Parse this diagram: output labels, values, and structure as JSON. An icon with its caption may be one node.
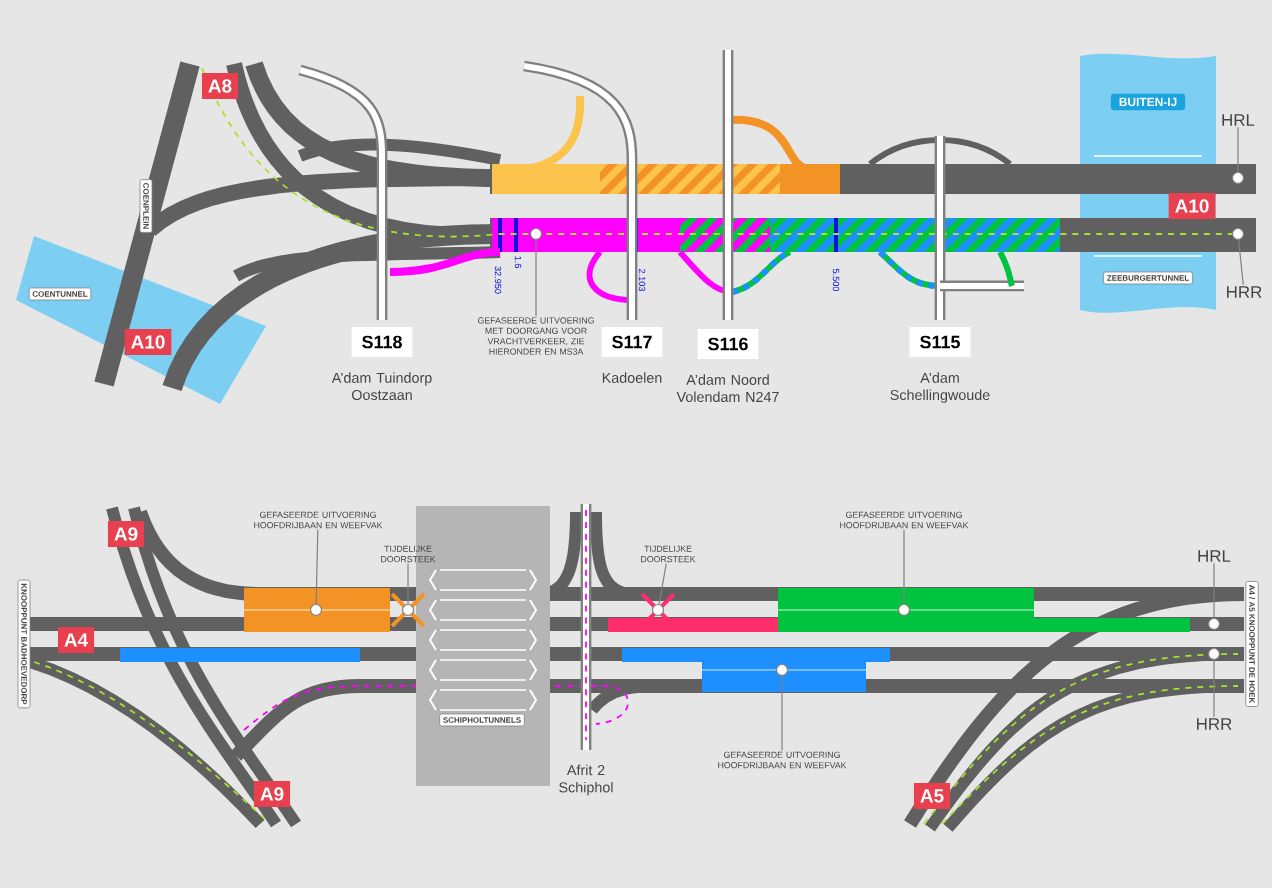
{
  "diagram": {
    "nodes": [
      {
        "text": [
          "A8"
        ]
      },
      {
        "text": [
          "A10"
        ]
      },
      {
        "text": [
          "COENPLEIN"
        ]
      },
      {
        "text": [
          "COENTUNNEL"
        ]
      },
      {
        "text": [
          "S118"
        ],
        "beside": [
          "A’dam Tuindorp Oostzaan"
        ]
      },
      {
        "text": [
          "S117"
        ],
        "beside": [
          "Kadoelen"
        ]
      },
      {
        "text": [
          "S116"
        ],
        "beside": [
          "A’dam Noord Volendam N247"
        ]
      },
      {
        "text": [
          "S115"
        ],
        "beside": [
          "A’dam Schellingwoude"
        ]
      },
      {
        "text": [
          "BUITEN-IJ"
        ]
      },
      {
        "text": [
          "A10"
        ]
      },
      {
        "text": [
          "ZEEBURGERTUNNEL"
        ]
      },
      {
        "text": [
          "GEFASEERDE UITVOERING MET DOORGANG VOOR VRACHTVERKEER, ZIE HIERONDER EN MS3A"
        ]
      },
      {
        "text": [],
        "shape": "circle"
      },
      {
        "text": [
          "HRL"
        ]
      },
      {
        "text": [],
        "shape": "circle"
      },
      {
        "text": [
          "HRR"
        ]
      },
      {
        "text": [],
        "shape": "circle"
      },
      {
        "text": [
          "KNOOPPUNT BADHOEVEDORP"
        ]
      },
      {
        "text": [
          "A9"
        ]
      },
      {
        "text": [
          "A4"
        ]
      },
      {
        "text": [
          "A9"
        ]
      },
      {
        "text": [
          "GEFASEERDE UITVOERING HOOFDRIJBAAN EN WEEFVAK"
        ]
      },
      {
        "text": [],
        "shape": "circle"
      },
      {
        "text": [
          "TIJDELIJKE DOORSTEEK"
        ]
      },
      {
        "text": [],
        "shape": "circle"
      },
      {
        "text": [
          "SCHIPHOLTUNNELS"
        ]
      },
      {
        "text": [
          "TIJDELIJKE DOORSTEEK"
        ]
      },
      {
        "text": [],
        "shape": "circle"
      },
      {
        "text": [
          "GEFASEERDE UITVOERING HOOFDRIJBAAN EN WEEFVAK"
        ]
      },
      {
        "text": [],
        "shape": "circle"
      },
      {
        "text": [
          "GEFASEERDE UITVOERING HOOFDRIJBAAN EN WEEFVAK"
        ]
      },
      {
        "text": [],
        "shape": "circle"
      },
      {
        "text": [
          "HRL"
        ]
      },
      {
        "text": [],
        "shape": "circle"
      },
      {
        "text": [
          "HRR"
        ]
      },
      {
        "text": [],
        "shape": "circle"
      },
      {
        "text": [
          "A4 / A5 KNOOPPUNT DE HOEK"
        ]
      },
      {
        "text": [
          "A5"
        ]
      }
    ],
    "edges": [
      {
        "from": 11,
        "to": 12,
        "arrow": "none"
      },
      {
        "from": 13,
        "to": 14,
        "arrow": "none"
      },
      {
        "from": 15,
        "to": 16,
        "arrow": "none"
      },
      {
        "from": 21,
        "to": 22,
        "arrow": "none"
      },
      {
        "from": 23,
        "to": 24,
        "arrow": "none"
      },
      {
        "from": 26,
        "to": 27,
        "arrow": "none"
      },
      {
        "from": 28,
        "to": 29,
        "arrow": "none"
      },
      {
        "from": 30,
        "to": 31,
        "arrow": "none"
      },
      {
        "from": 32,
        "to": 33,
        "arrow": "none"
      },
      {
        "from": 34,
        "to": 35,
        "arrow": "none"
      }
    ],
    "labels": [
      "32.950",
      "1.6",
      "2.103",
      "5.500",
      "Afrit 2 Schiphol"
    ]
  }
}
